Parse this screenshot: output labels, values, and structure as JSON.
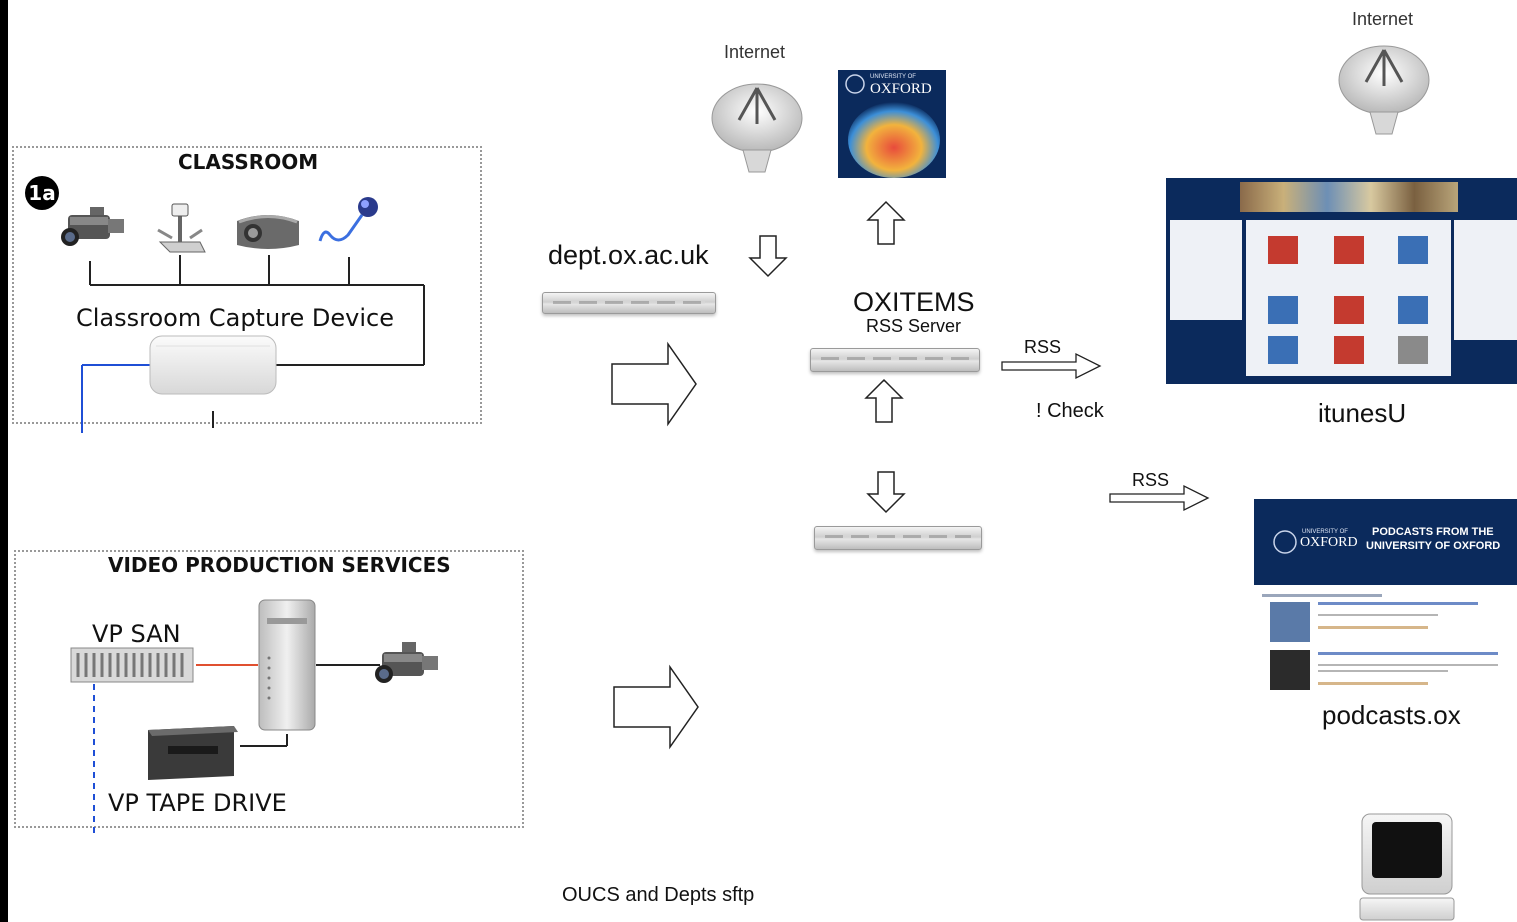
{
  "labels": {
    "internet_center": "Internet",
    "internet_right": "Internet",
    "classroom_title": "CLASSROOM",
    "step_badge": "1a",
    "capture_device": "Classroom Capture Device",
    "video_title": "VIDEO PRODUCTION SERVICES",
    "vp_san": "VP SAN",
    "vp_tape": "VP TAPE DRIVE",
    "dept": "dept.ox.ac.uk",
    "oxitems": "OXITEMS",
    "rss_server": "RSS Server",
    "rss_top": "RSS",
    "rss_bottom": "RSS",
    "check": "! Check",
    "itunes": "itunesU",
    "podcasts": "podcasts.ox",
    "oucs": "OUCS and Depts sftp"
  },
  "oxford_logo": {
    "small": "UNIVERSITY OF",
    "big": "OXFORD"
  },
  "podcast_banner": {
    "univ": "UNIVERSITY OF",
    "oxford": "OXFORD",
    "line1": "PODCASTS FROM THE",
    "line2": "UNIVERSITY OF OXFORD"
  },
  "colors": {
    "oxford_blue": "#0b2a5c",
    "line_blue": "#1f4fd6",
    "line_red": "#e05030",
    "box_border": "#999999"
  },
  "icons": [
    "satellite-dish-icon",
    "video-camera-icon",
    "document-camera-icon",
    "projector-icon",
    "microphone-icon",
    "mac-mini-icon",
    "rack-server-icon",
    "tower-computer-icon",
    "tape-drive-icon",
    "storage-array-icon",
    "crt-monitor-icon",
    "arrow-right-icon",
    "arrow-up-icon",
    "arrow-down-icon"
  ]
}
